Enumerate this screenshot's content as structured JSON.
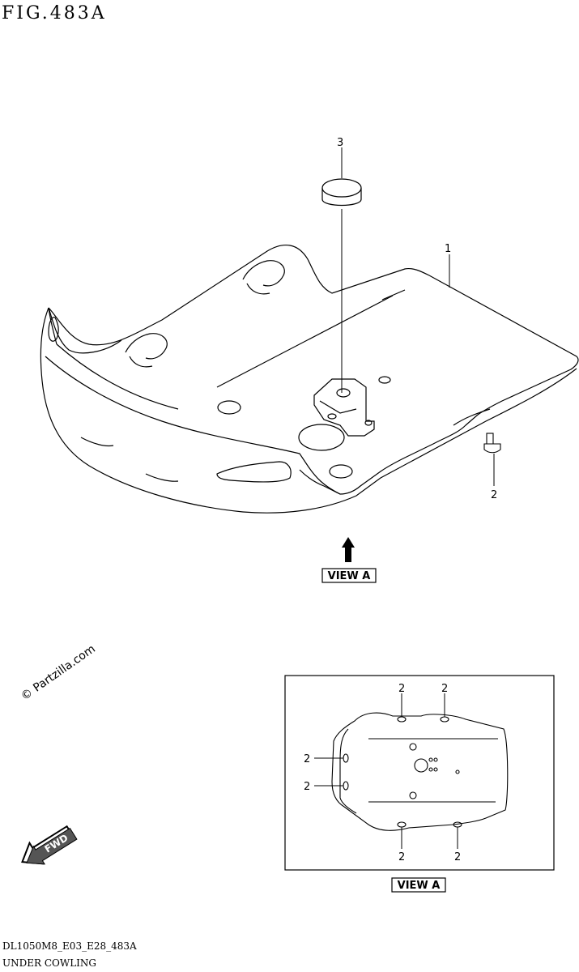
{
  "figure": {
    "title": "FIG.483A",
    "code": "DL1050M8_E03_E28_483A",
    "name": "UNDER COWLING"
  },
  "callouts": {
    "part_1": "1",
    "part_2": "2",
    "part_3": "3"
  },
  "view_label": "VIEW A",
  "watermark": "© Partzilla.com",
  "fwd_label": "FWD"
}
